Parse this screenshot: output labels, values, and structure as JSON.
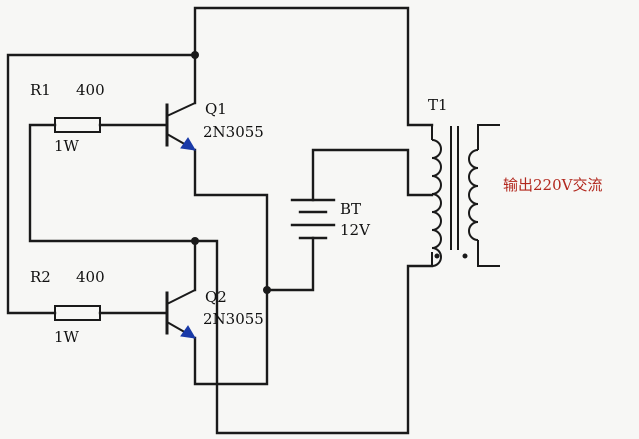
{
  "colors": {
    "wire": "#1a1a1a",
    "output_text": "#b2281e",
    "emitter_arrow": "#1a3aa8",
    "background": "#f7f7f5"
  },
  "components": {
    "r1": {
      "name": "R1",
      "value": "400",
      "rating": "1W"
    },
    "r2": {
      "name": "R2",
      "value": "400",
      "rating": "1W"
    },
    "q1": {
      "name": "Q1",
      "part": "2N3055"
    },
    "q2": {
      "name": "Q2",
      "part": "2N3055"
    },
    "battery": {
      "name": "BT",
      "voltage": "12V"
    },
    "transformer": {
      "name": "T1"
    }
  },
  "output_label": "输出220V交流"
}
